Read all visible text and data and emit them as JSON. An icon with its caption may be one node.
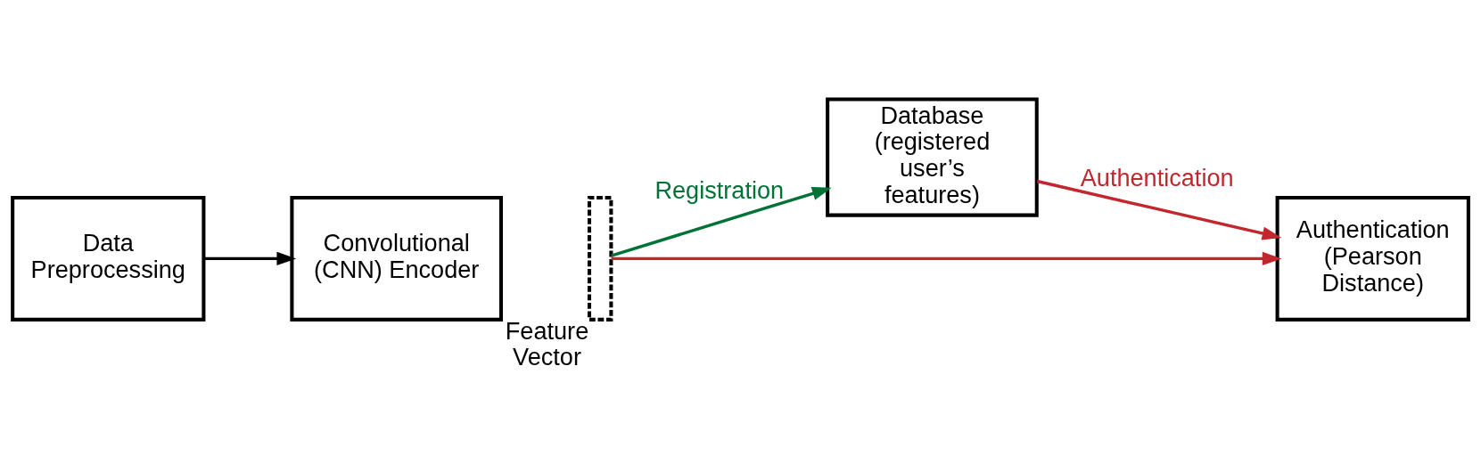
{
  "diagram": {
    "nodes": [
      {
        "text": [
          "Data Preprocessing"
        ]
      },
      {
        "text": [
          "Convolutional (CNN) Encoder"
        ]
      },
      {
        "text": [],
        "shape": "bar",
        "beside": [
          "Feature Vector"
        ]
      },
      {
        "text": [
          "Database (registered user’s features)"
        ]
      },
      {
        "text": [
          "Authentication (Pearson Distance)"
        ]
      }
    ],
    "edges": [
      {
        "from": 0,
        "to": 1,
        "arrow": "to",
        "color": "#000000"
      },
      {
        "from": 2,
        "to": 3,
        "arrow": "to",
        "label": "Registration",
        "color": "#007236"
      },
      {
        "from": 2,
        "to": 4,
        "arrow": "to",
        "color": "#c1272d"
      },
      {
        "from": 3,
        "to": 4,
        "arrow": "to",
        "label": "Authentication",
        "color": "#c1272d"
      }
    ]
  }
}
